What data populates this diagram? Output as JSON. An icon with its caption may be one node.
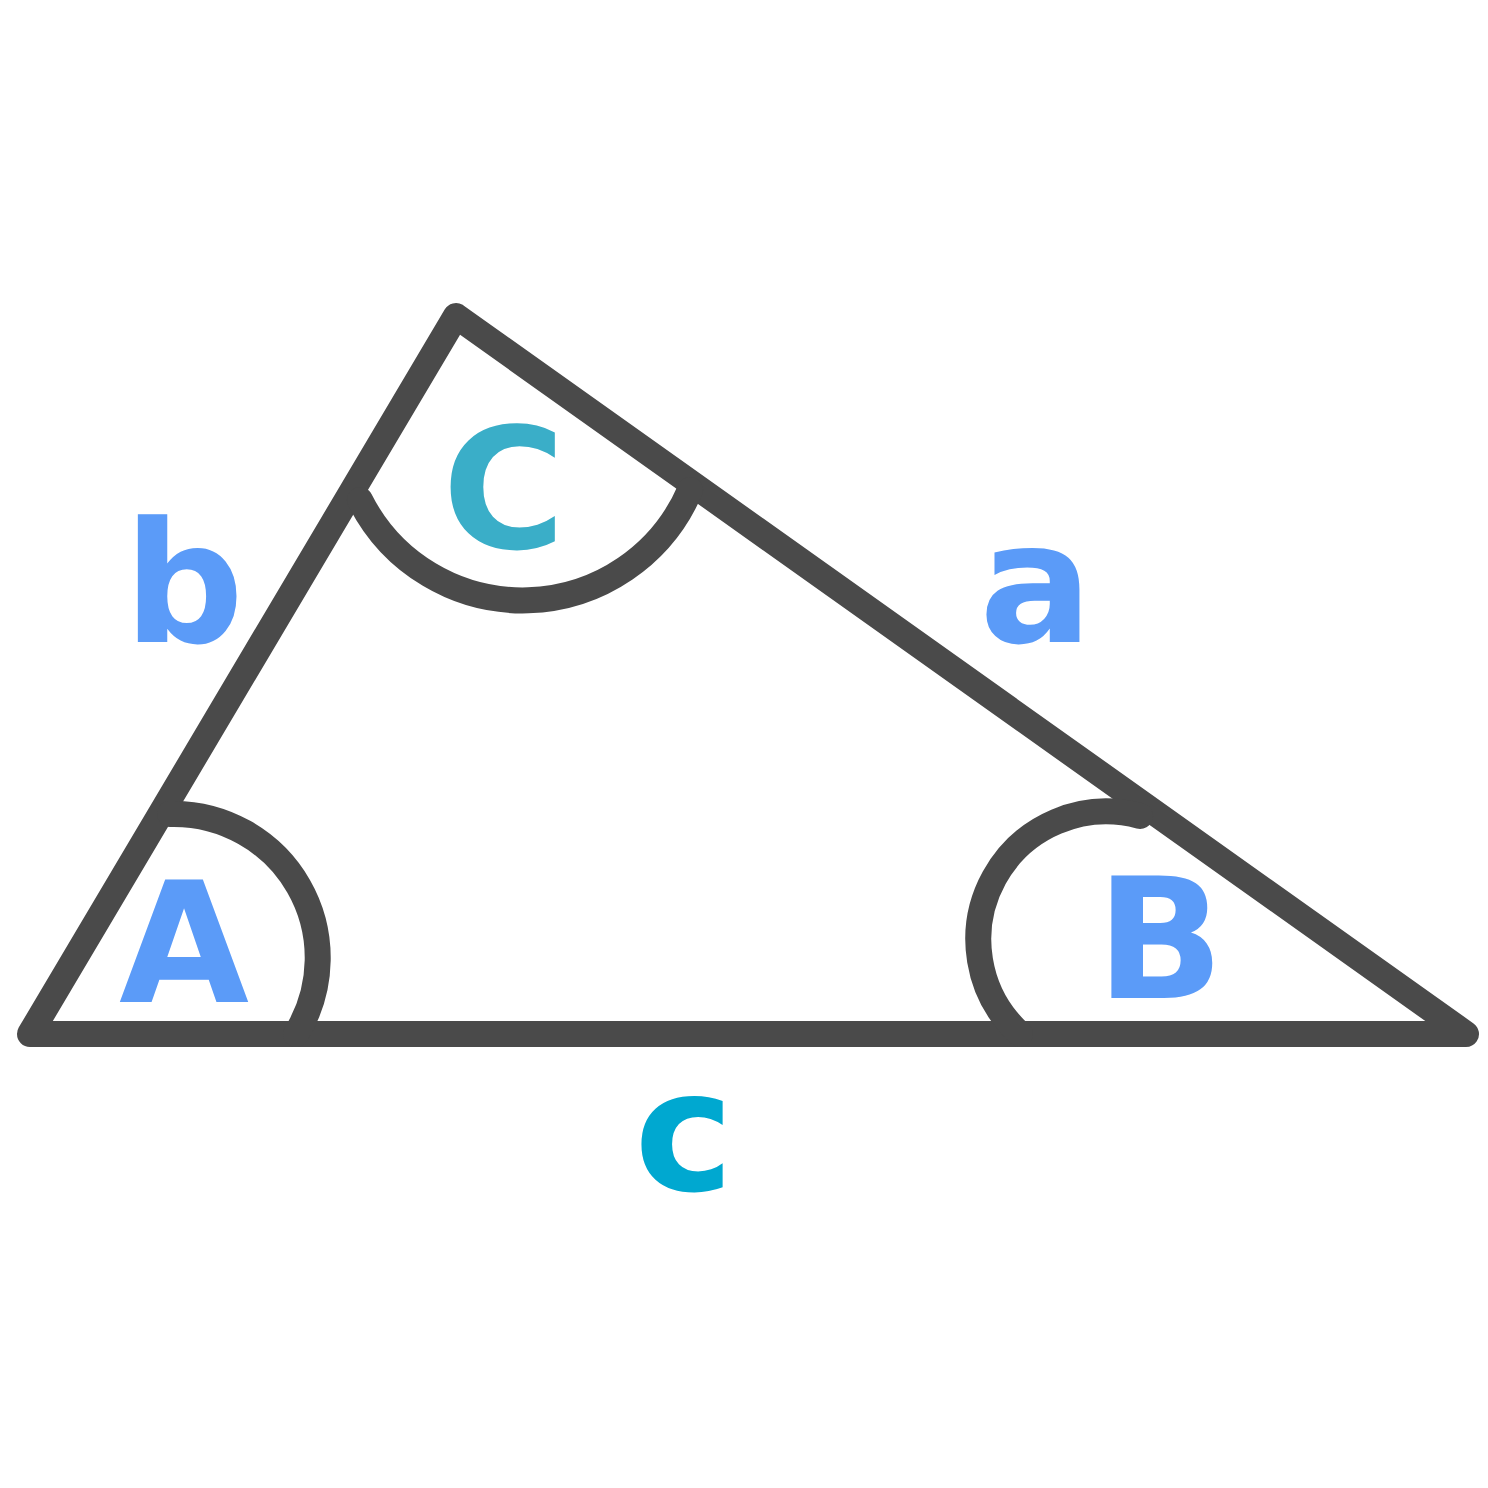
{
  "diagram": {
    "labels": [
      "C",
      "b",
      "a",
      "A",
      "B",
      "c"
    ]
  }
}
